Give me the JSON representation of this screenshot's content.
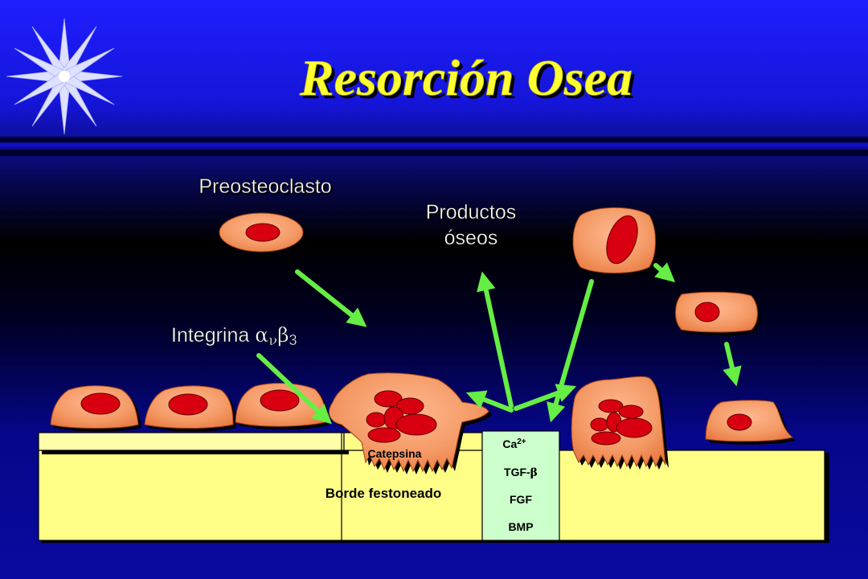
{
  "slide": {
    "title": "Resorción Osea",
    "labels": {
      "preosteoclast": "Preosteoclasto",
      "products_line1": "Productos",
      "products_line2": "óseos",
      "integrin_prefix": "Integrina ",
      "integrin_alpha": "α",
      "integrin_sub_v": "ν",
      "integrin_beta": "β",
      "integrin_sub_3": "3",
      "cathepsin": "Catepsina",
      "ruffled_border": "Borde festoneado"
    },
    "factors": {
      "ca": "Ca",
      "ca_charge": "2+",
      "tgf": "TGF-",
      "tgf_beta": "β",
      "fgf": "FGF",
      "bmp": "BMP"
    }
  },
  "colors": {
    "background_top": "#1a1aff",
    "background_mid": "#000000",
    "background_bottom": "#0a0a9a",
    "title": "#ffff33",
    "arrow": "#66ee44",
    "bone": "#ffff88",
    "factor_panel": "#ccffcc",
    "cell": "#f4a070",
    "nucleus": "#d80010"
  },
  "icons": [
    "star-burst-icon"
  ]
}
